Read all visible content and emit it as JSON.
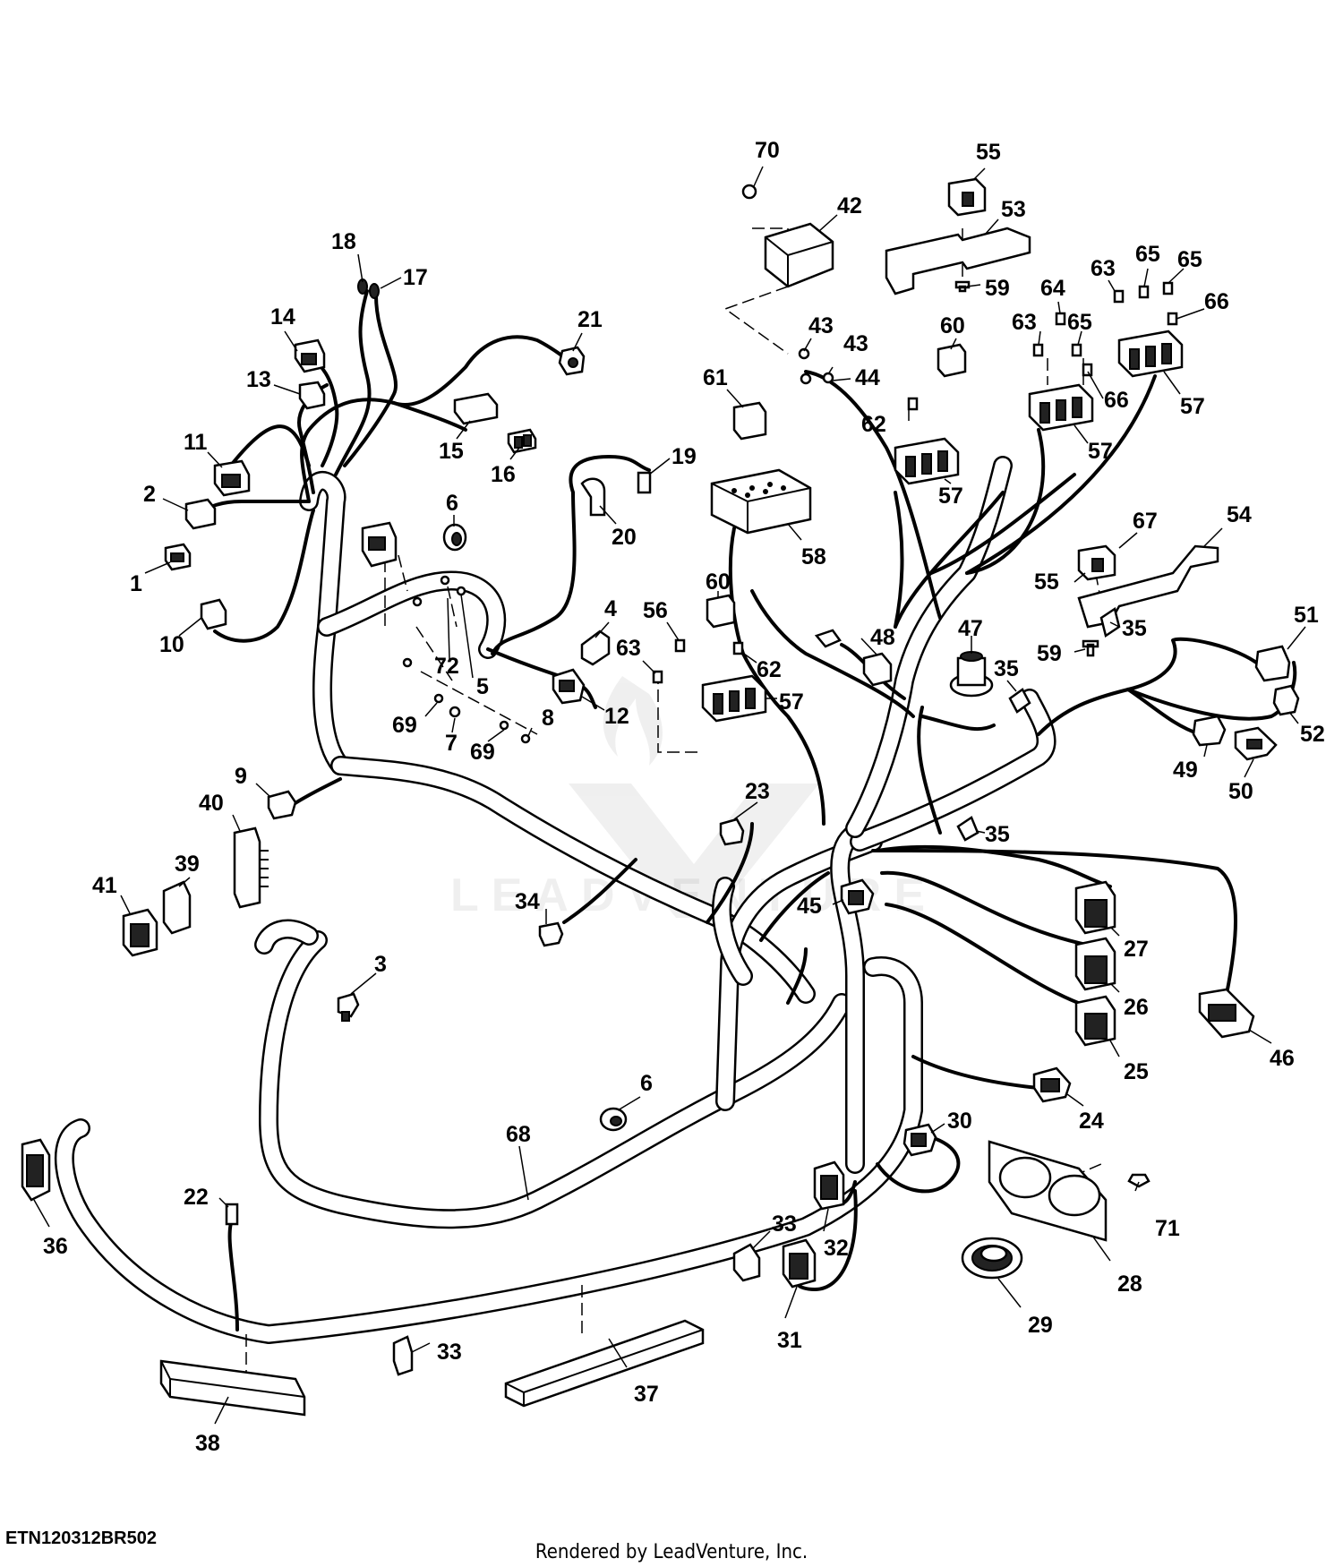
{
  "diagram": {
    "document_code": "ETN120312BR502",
    "rendered_by": "Rendered by LeadVenture, Inc.",
    "watermark_text": "LEADVENTURE",
    "callouts": [
      {
        "id": "c70",
        "label": "70"
      },
      {
        "id": "c55a",
        "label": "55"
      },
      {
        "id": "c42",
        "label": "42"
      },
      {
        "id": "c53",
        "label": "53"
      },
      {
        "id": "c18",
        "label": "18"
      },
      {
        "id": "c17",
        "label": "17"
      },
      {
        "id": "c21",
        "label": "21"
      },
      {
        "id": "c14",
        "label": "14"
      },
      {
        "id": "c13",
        "label": "13"
      },
      {
        "id": "c11",
        "label": "11"
      },
      {
        "id": "c2",
        "label": "2"
      },
      {
        "id": "c1",
        "label": "1"
      },
      {
        "id": "c10",
        "label": "10"
      },
      {
        "id": "c15",
        "label": "15"
      },
      {
        "id": "c16",
        "label": "16"
      },
      {
        "id": "c6a",
        "label": "6"
      },
      {
        "id": "c19",
        "label": "19"
      },
      {
        "id": "c20",
        "label": "20"
      },
      {
        "id": "c43a",
        "label": "43"
      },
      {
        "id": "c43b",
        "label": "43"
      },
      {
        "id": "c44",
        "label": "44"
      },
      {
        "id": "c61",
        "label": "61"
      },
      {
        "id": "c59a",
        "label": "59"
      },
      {
        "id": "c64",
        "label": "64"
      },
      {
        "id": "c63a",
        "label": "63"
      },
      {
        "id": "c65a",
        "label": "65"
      },
      {
        "id": "c65b",
        "label": "65"
      },
      {
        "id": "c66a",
        "label": "66"
      },
      {
        "id": "c60a",
        "label": "60"
      },
      {
        "id": "c63b",
        "label": "63"
      },
      {
        "id": "c65c",
        "label": "65"
      },
      {
        "id": "c66b",
        "label": "66"
      },
      {
        "id": "c57a",
        "label": "57"
      },
      {
        "id": "c62a",
        "label": "62"
      },
      {
        "id": "c57b",
        "label": "57"
      },
      {
        "id": "c57c",
        "label": "57"
      },
      {
        "id": "c58",
        "label": "58"
      },
      {
        "id": "c67",
        "label": "67"
      },
      {
        "id": "c54",
        "label": "54"
      },
      {
        "id": "c55b",
        "label": "55"
      },
      {
        "id": "c35a",
        "label": "35"
      },
      {
        "id": "c51",
        "label": "51"
      },
      {
        "id": "c59b",
        "label": "59"
      },
      {
        "id": "c4",
        "label": "4"
      },
      {
        "id": "c60b",
        "label": "60"
      },
      {
        "id": "c56",
        "label": "56"
      },
      {
        "id": "c63c",
        "label": "63"
      },
      {
        "id": "c62b",
        "label": "62"
      },
      {
        "id": "c57d",
        "label": "57"
      },
      {
        "id": "c48",
        "label": "48"
      },
      {
        "id": "c47",
        "label": "47"
      },
      {
        "id": "c35b",
        "label": "35"
      },
      {
        "id": "c52",
        "label": "52"
      },
      {
        "id": "c49",
        "label": "49"
      },
      {
        "id": "c50",
        "label": "50"
      },
      {
        "id": "c72",
        "label": "72"
      },
      {
        "id": "c5",
        "label": "5"
      },
      {
        "id": "c12",
        "label": "12"
      },
      {
        "id": "c69a",
        "label": "69"
      },
      {
        "id": "c7",
        "label": "7"
      },
      {
        "id": "c69b",
        "label": "69"
      },
      {
        "id": "c8",
        "label": "8"
      },
      {
        "id": "c9",
        "label": "9"
      },
      {
        "id": "c40",
        "label": "40"
      },
      {
        "id": "c23",
        "label": "23"
      },
      {
        "id": "c35c",
        "label": "35"
      },
      {
        "id": "c39",
        "label": "39"
      },
      {
        "id": "c41",
        "label": "41"
      },
      {
        "id": "c34",
        "label": "34"
      },
      {
        "id": "c45",
        "label": "45"
      },
      {
        "id": "c27",
        "label": "27"
      },
      {
        "id": "c3",
        "label": "3"
      },
      {
        "id": "c26",
        "label": "26"
      },
      {
        "id": "c46",
        "label": "46"
      },
      {
        "id": "c25",
        "label": "25"
      },
      {
        "id": "c6b",
        "label": "6"
      },
      {
        "id": "c24",
        "label": "24"
      },
      {
        "id": "c68",
        "label": "68"
      },
      {
        "id": "c30",
        "label": "30"
      },
      {
        "id": "c36",
        "label": "36"
      },
      {
        "id": "c22",
        "label": "22"
      },
      {
        "id": "c71",
        "label": "71"
      },
      {
        "id": "c32",
        "label": "32"
      },
      {
        "id": "c33a",
        "label": "33"
      },
      {
        "id": "c28",
        "label": "28"
      },
      {
        "id": "c29",
        "label": "29"
      },
      {
        "id": "c31",
        "label": "31"
      },
      {
        "id": "c33b",
        "label": "33"
      },
      {
        "id": "c37",
        "label": "37"
      },
      {
        "id": "c38",
        "label": "38"
      }
    ]
  }
}
